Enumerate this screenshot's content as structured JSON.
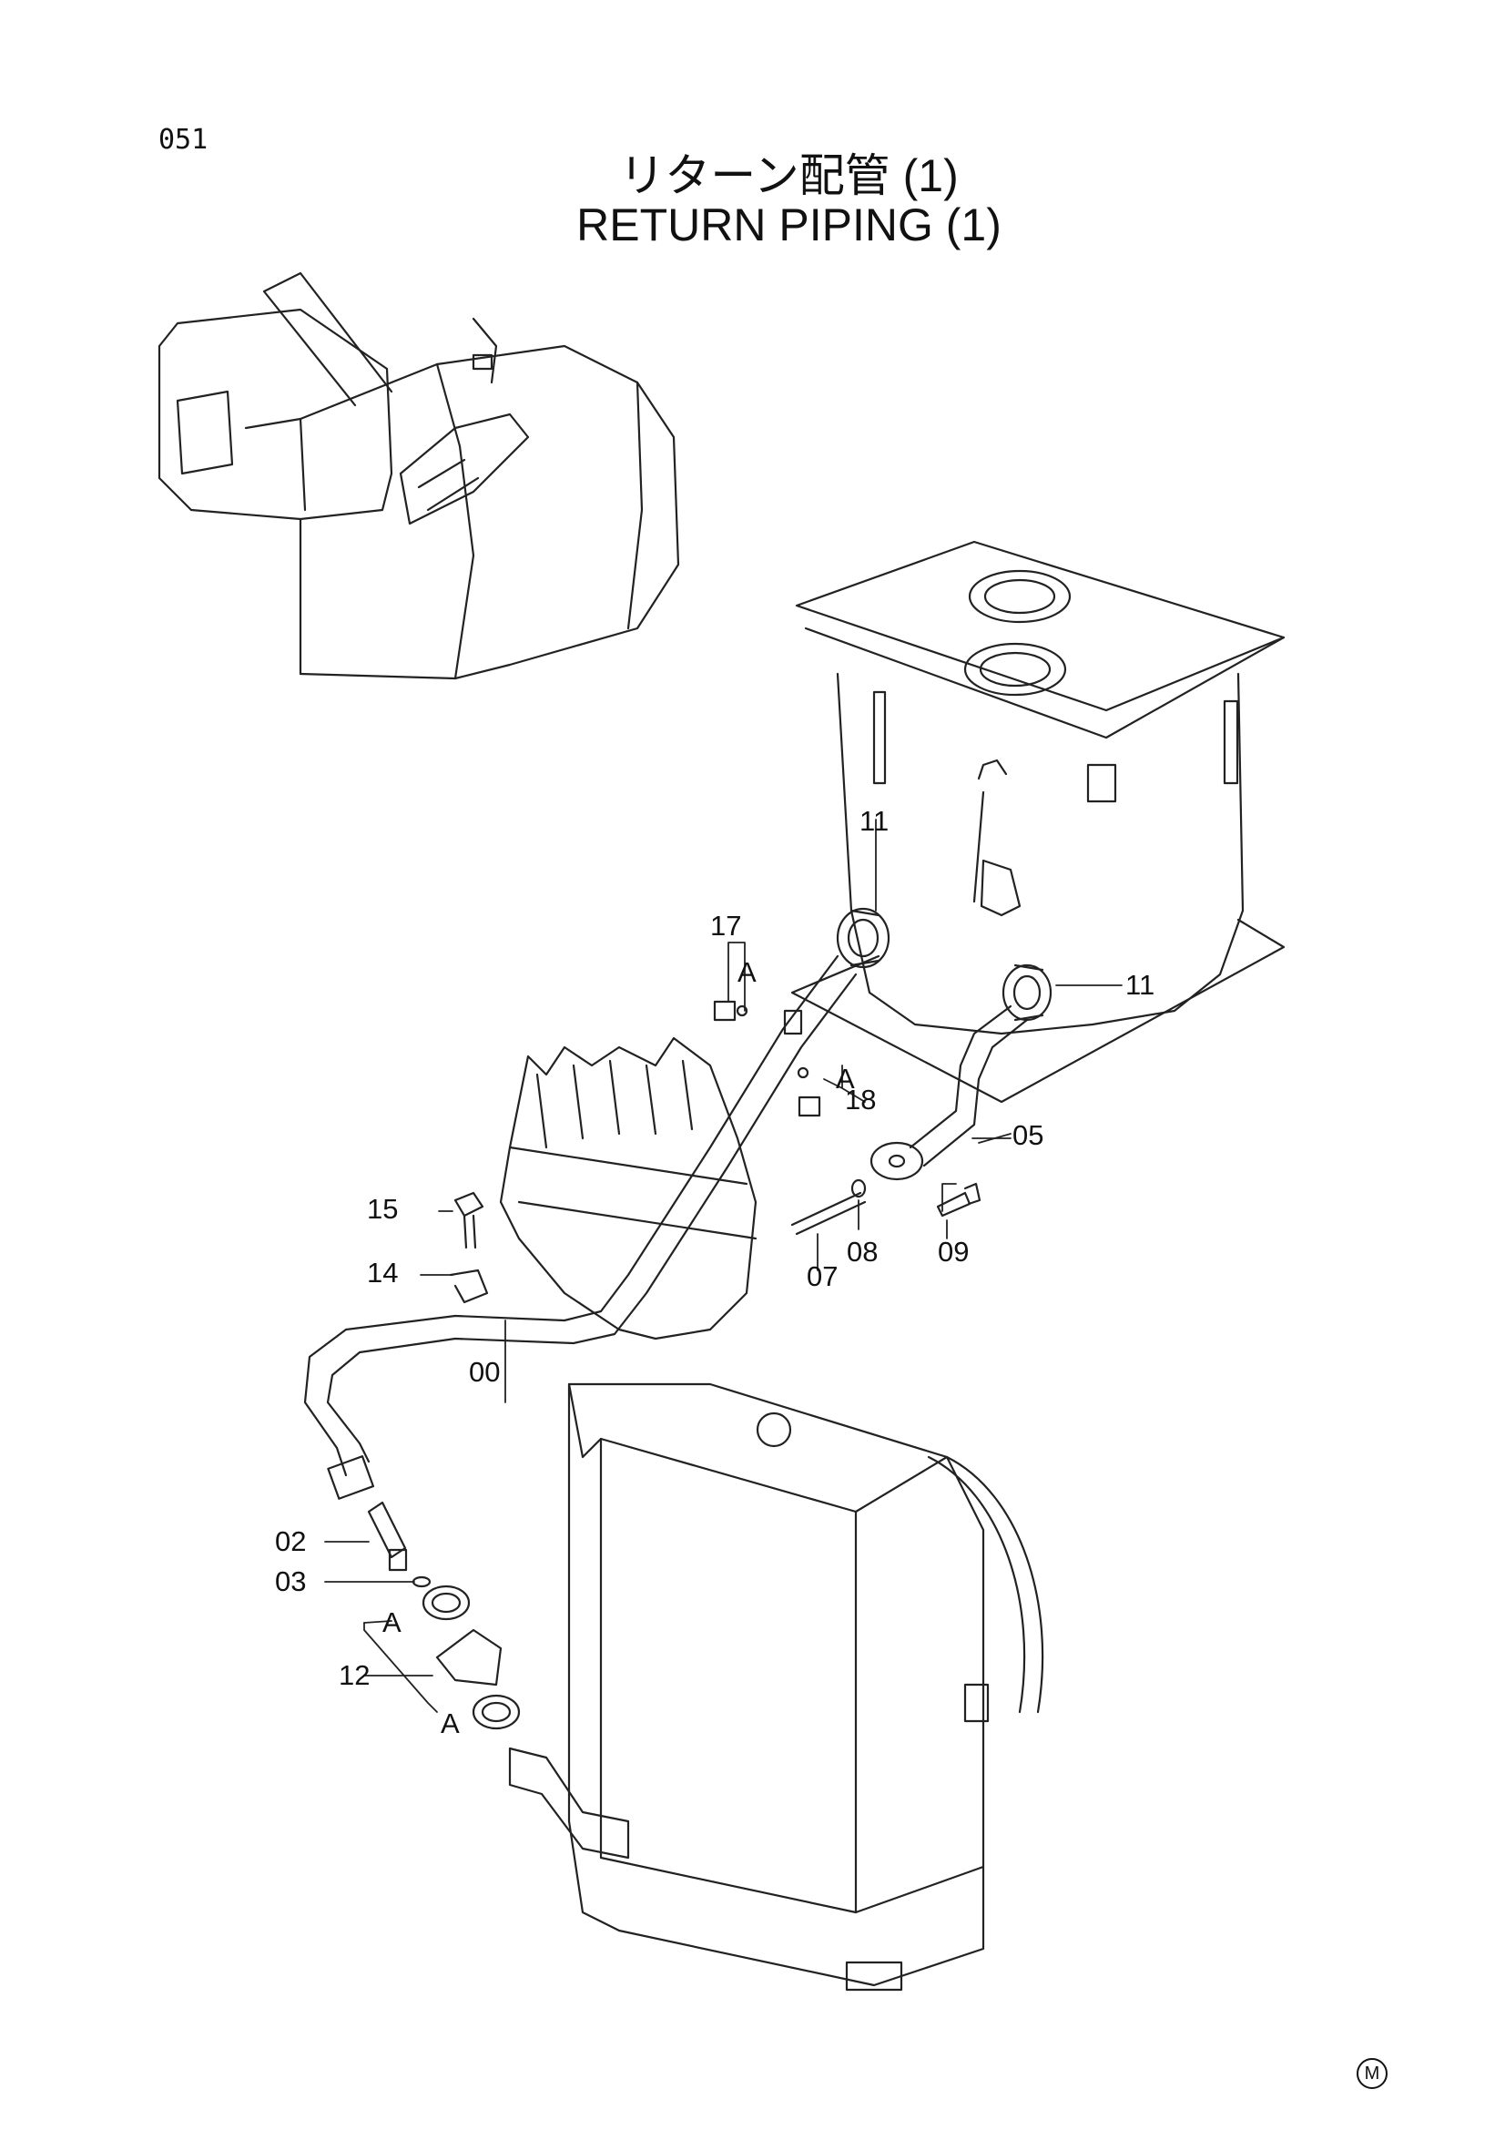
{
  "page_number": "051",
  "title_ja": "リターン配管 (1)",
  "title_en": "RETURN PIPING (1)",
  "corner_mark": "M",
  "callouts": {
    "c00": "00",
    "c02": "02",
    "c03": "03",
    "c05": "05",
    "c07": "07",
    "c08": "08",
    "c09": "09",
    "c11a": "11",
    "c11b": "11",
    "c12": "12",
    "c14": "14",
    "c15": "15",
    "c17": "17",
    "c18": "18",
    "a1": "A",
    "a2": "A",
    "a3": "A",
    "a4": "A"
  }
}
